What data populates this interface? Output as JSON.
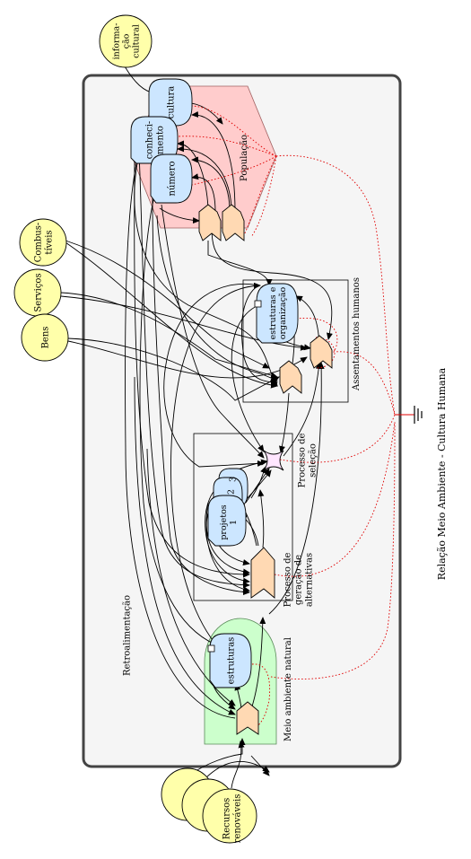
{
  "sources": {
    "informacao": "informa-\nção\ncultural",
    "combustiveis": "Combus-\ntíveis",
    "servicos": "Serviços",
    "bens": "Bens",
    "recursos": "Recursos\nrenováveis"
  },
  "population": {
    "label": "População",
    "cultura": "cultura",
    "conhecimento": "conheci-\nmento",
    "numero": "número"
  },
  "assentamentos": {
    "label": "Assentamentos humanos",
    "storage": "estruturas e\norganização"
  },
  "selecao": {
    "label": "Processo de\nseleção"
  },
  "geracao": {
    "label": "Processo de\ngeração de\nalternativas",
    "projetos": "projetos\n1",
    "n2": "2",
    "n3": "3"
  },
  "natural": {
    "label": "Meio ambiente natural",
    "storage": "estruturas"
  },
  "realimentacao": "Retroalimentação",
  "title": "Relação  Meio Ambiente - Cultura Humana",
  "colors": {
    "population_fill": "#ffcccc",
    "storage_fill": "#cce6ff",
    "source_fill": "#ffffaa",
    "process_fill": "#ffd9b3",
    "natural_fill": "#ccffcc",
    "selection_fill": "#ffe6ff",
    "control": "#e00000",
    "frame_fill": "#f5f5f5"
  }
}
